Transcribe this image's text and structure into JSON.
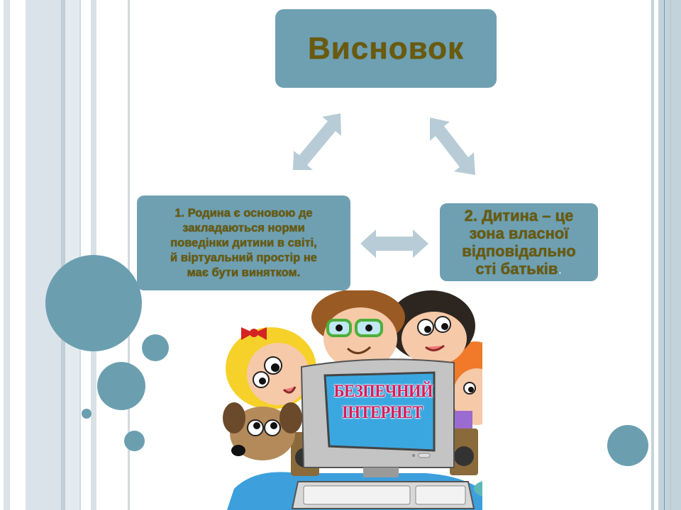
{
  "slide": {
    "title": "Висновок",
    "box1": {
      "lines": [
        "1. Родина є основою де",
        "закладаються норми",
        "поведінки дитини в світі,",
        "й віртуальний простір не",
        "має бути винятком."
      ]
    },
    "box2": {
      "lines": [
        "2. Дитина – це",
        "зона власної",
        "відповідально",
        "сті батьків"
      ],
      "trailing_dot": "."
    },
    "illustration": {
      "screen_line1": "БЕЗПЕЧНИЙ",
      "screen_line2": "ІНТЕРНЕТ"
    }
  },
  "colors": {
    "box_fill": "#6fa0b2",
    "text": "#6b5a0a",
    "arrow": "#b7ccd6",
    "circle": "#6b9fb0",
    "screen_text": "#d81b5a"
  }
}
